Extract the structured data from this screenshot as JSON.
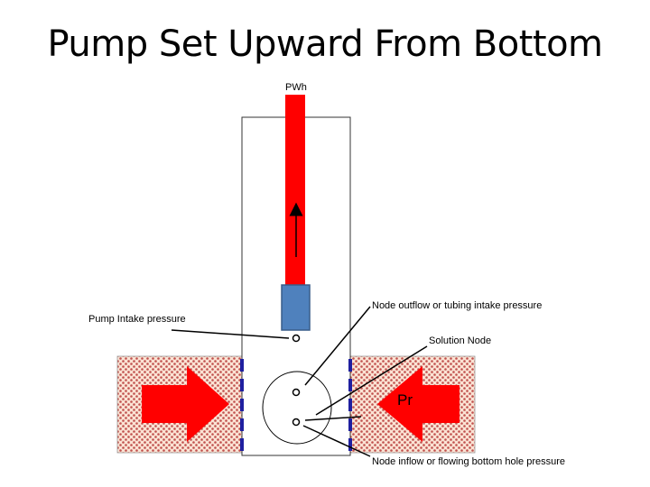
{
  "title": "Pump Set Upward From Bottom",
  "labels": {
    "wellhead": "PWh",
    "node_outflow": "Node outflow or tubing intake pressure",
    "pump_intake": "Pump Intake  pressure",
    "solution_node": "Solution Node",
    "reservoir_pressure": "Pr",
    "node_inflow": "Node inflow or  flowing bottom hole pressure"
  },
  "colors": {
    "tubing": "#ff0000",
    "pump": "#4f81bd",
    "flow_arrow": "#ff0000",
    "perforation": "#1f1fa0",
    "reservoir_dots": "#c0504d",
    "reservoir_bg": "#fce4d6"
  }
}
